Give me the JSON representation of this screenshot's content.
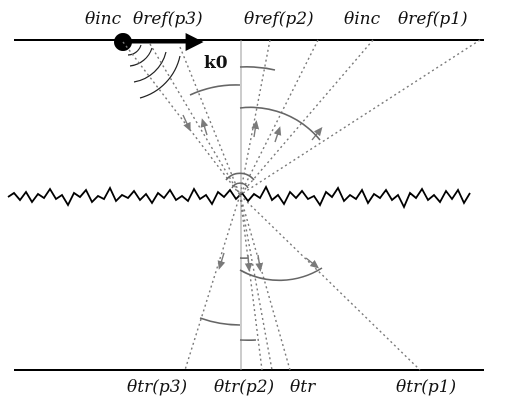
{
  "labels": {
    "theta_inc_source": "θinc",
    "theta_ref_p3": "θref(p3)",
    "theta_ref_p2": "θref(p2)",
    "theta_inc_right": "θinc",
    "theta_ref_p1": "θref(p1)",
    "k0": "k0",
    "theta_tr_p3": "θtr(p3)",
    "theta_tr_p2": "θtr(p2)",
    "theta_tr": "θtr",
    "theta_tr_p1": "θtr(p1)"
  },
  "colors": {
    "ray": "#7a7a7a",
    "line": "#000000",
    "normal": "#9a9a9a"
  }
}
